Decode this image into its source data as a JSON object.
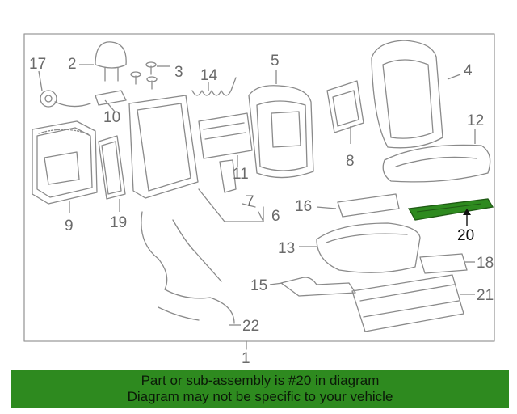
{
  "diagram": {
    "callouts": [
      {
        "id": "1",
        "label": "1"
      },
      {
        "id": "2",
        "label": "2"
      },
      {
        "id": "3",
        "label": "3"
      },
      {
        "id": "4",
        "label": "4"
      },
      {
        "id": "5",
        "label": "5"
      },
      {
        "id": "6",
        "label": "6"
      },
      {
        "id": "7",
        "label": "7"
      },
      {
        "id": "8",
        "label": "8"
      },
      {
        "id": "9",
        "label": "9"
      },
      {
        "id": "10",
        "label": "10"
      },
      {
        "id": "11",
        "label": "11"
      },
      {
        "id": "12",
        "label": "12"
      },
      {
        "id": "13",
        "label": "13"
      },
      {
        "id": "14",
        "label": "14"
      },
      {
        "id": "15",
        "label": "15"
      },
      {
        "id": "16",
        "label": "16"
      },
      {
        "id": "17",
        "label": "17"
      },
      {
        "id": "18",
        "label": "18"
      },
      {
        "id": "19",
        "label": "19"
      },
      {
        "id": "20",
        "label": "20"
      },
      {
        "id": "21",
        "label": "21"
      },
      {
        "id": "22",
        "label": "22"
      }
    ],
    "highlighted_part": "20",
    "colors": {
      "line": "#8a8a8a",
      "highlight_fill": "#2e8a1f",
      "banner": "#2e8a1f"
    }
  },
  "banner": {
    "line1": "Part or sub-assembly is #20 in diagram",
    "line2": "Diagram may not be specific to your vehicle"
  }
}
